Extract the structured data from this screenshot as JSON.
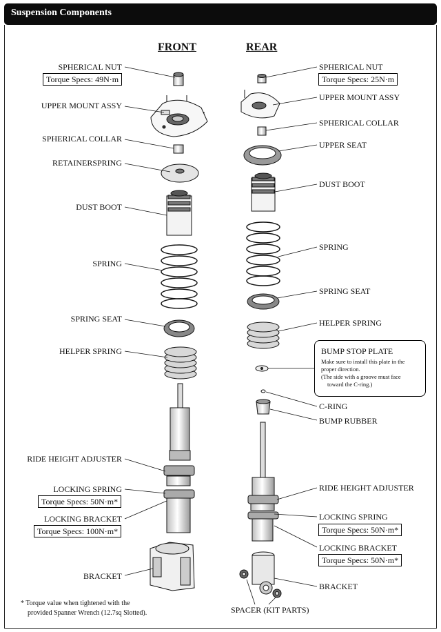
{
  "title": "Suspension Components",
  "front": {
    "heading": "FRONT",
    "spherical_nut": "SPHERICAL NUT",
    "spherical_nut_torque": "Torque Specs: 49N·m",
    "upper_mount": "UPPER MOUNT ASSY",
    "spherical_collar": "SPHERICAL COLLAR",
    "retainer_spring": "RETAINERSPRING",
    "dust_boot": "DUST BOOT",
    "spring": "SPRING",
    "spring_seat": "SPRING SEAT",
    "helper_spring": "HELPER SPRING",
    "ride_height_adjuster": "RIDE HEIGHT ADJUSTER",
    "locking_spring": "LOCKING SPRING",
    "locking_spring_torque": "Torque Specs: 50N·m*",
    "locking_bracket": "LOCKING BRACKET",
    "locking_bracket_torque": "Torque Specs: 100N·m*",
    "bracket": "BRACKET"
  },
  "rear": {
    "heading": "REAR",
    "spherical_nut": "SPHERICAL NUT",
    "spherical_nut_torque": "Torque Specs: 25N·m",
    "upper_mount": "UPPER MOUNT ASSY",
    "spherical_collar": "SPHERICAL COLLAR",
    "upper_seat": "UPPER SEAT",
    "dust_boot": "DUST BOOT",
    "spring": "SPRING",
    "spring_seat": "SPRING SEAT",
    "helper_spring": "HELPER SPRING",
    "bump_stop_plate": {
      "title": "BUMP STOP PLATE",
      "line1": "Make sure to install this plate in the",
      "line2": "proper direction.",
      "line3": "(The side with a groove must face",
      "line4": "toward the C-ring.)"
    },
    "c_ring": "C-RING",
    "bump_rubber": "BUMP RUBBER",
    "ride_height_adjuster": "RIDE HEIGHT ADJUSTER",
    "locking_spring": "LOCKING SPRING",
    "locking_spring_torque": "Torque Specs: 50N·m*",
    "locking_bracket": "LOCKING BRACKET",
    "locking_bracket_torque": "Torque Specs: 50N·m*",
    "bracket": "BRACKET",
    "spacer": "SPACER (KIT PARTS)"
  },
  "footnote": {
    "line1": "* Torque value when tightened with the",
    "line2": "provided Spanner Wrench (12.7sq Slotted)."
  }
}
